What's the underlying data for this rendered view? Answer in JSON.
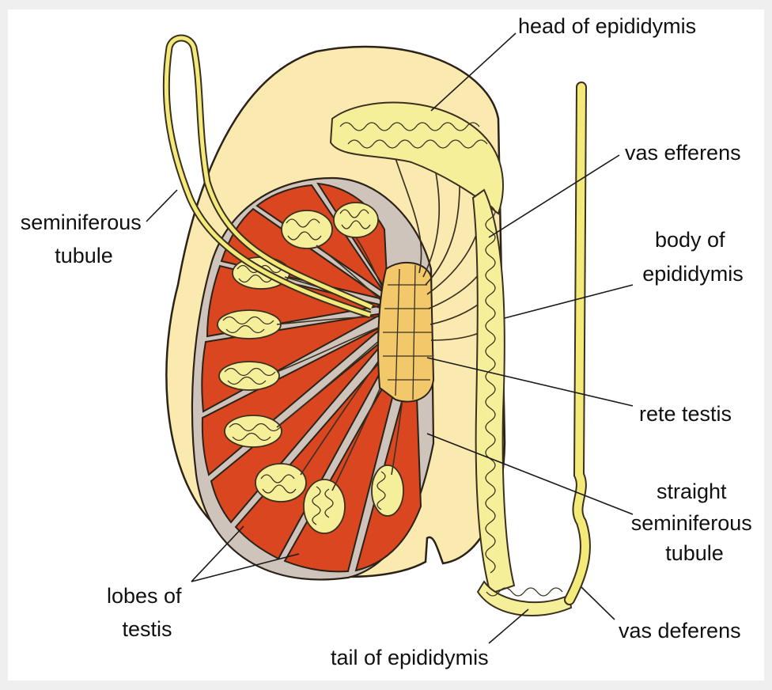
{
  "labels": {
    "head_of_epididymis": "head of epididymis",
    "vas_efferens": "vas efferens",
    "body_of_epididymis": [
      "body of",
      "epididymis"
    ],
    "seminiferous_tubule": [
      "seminiferous",
      "tubule"
    ],
    "rete_testis": "rete testis",
    "straight_seminiferous_tubule": [
      "straight",
      "seminiferous",
      "tubule"
    ],
    "lobes_of_testis": [
      "lobes of",
      "testis"
    ],
    "vas_deferens": "vas deferens",
    "tail_of_epididymis": "tail of epididymis"
  },
  "colors": {
    "background": "#efefef",
    "panel": "#ffffff",
    "scrotal_fill": "#fbeab0",
    "outline": "#2b2218",
    "lobe_red": "#d9461f",
    "septum_gray": "#cfc4bc",
    "tubule_yellow": "#f3ea7a",
    "rete_gold": "#f2c86a"
  }
}
